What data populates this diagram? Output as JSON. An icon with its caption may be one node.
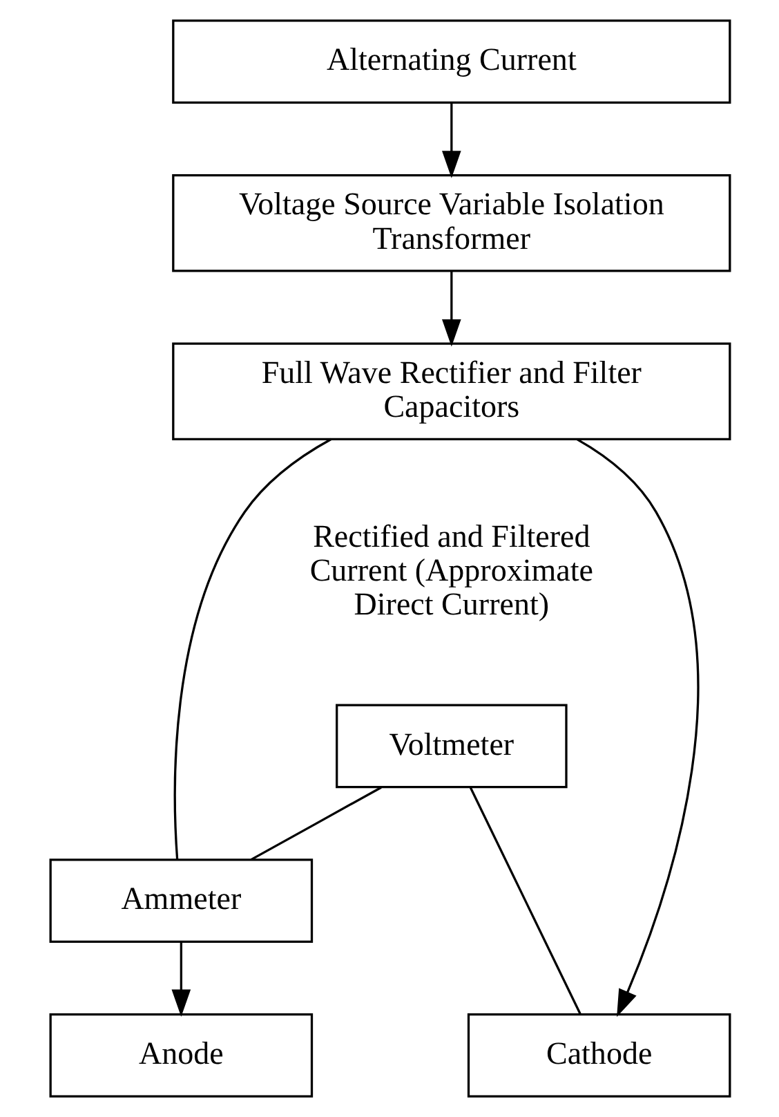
{
  "diagram": {
    "nodes": [
      {
        "text": [
          "Alternating Current"
        ]
      },
      {
        "text": [
          "Voltage Source Variable Isolation Transformer"
        ]
      },
      {
        "text": [
          "Full Wave Rectifier and Filter Capacitors"
        ]
      },
      {
        "text": [
          "Voltmeter"
        ]
      },
      {
        "text": [
          "Ammeter"
        ]
      },
      {
        "text": [
          "Cathode"
        ]
      },
      {
        "text": [
          "Anode"
        ]
      }
    ],
    "edges": [
      {
        "from": 0,
        "to": 1,
        "arrow": "to"
      },
      {
        "from": 1,
        "to": 2,
        "arrow": "to"
      },
      {
        "from": 2,
        "to": 5,
        "arrow": "to"
      },
      {
        "from": 2,
        "to": 4,
        "arrow": "none"
      },
      {
        "from": 3,
        "to": 5,
        "arrow": "none"
      },
      {
        "from": 3,
        "to": 4,
        "arrow": "none"
      },
      {
        "from": 4,
        "to": 6,
        "arrow": "to"
      }
    ],
    "labels": [
      "Rectified and Filtered Current (Approximate Direct Current)"
    ]
  }
}
